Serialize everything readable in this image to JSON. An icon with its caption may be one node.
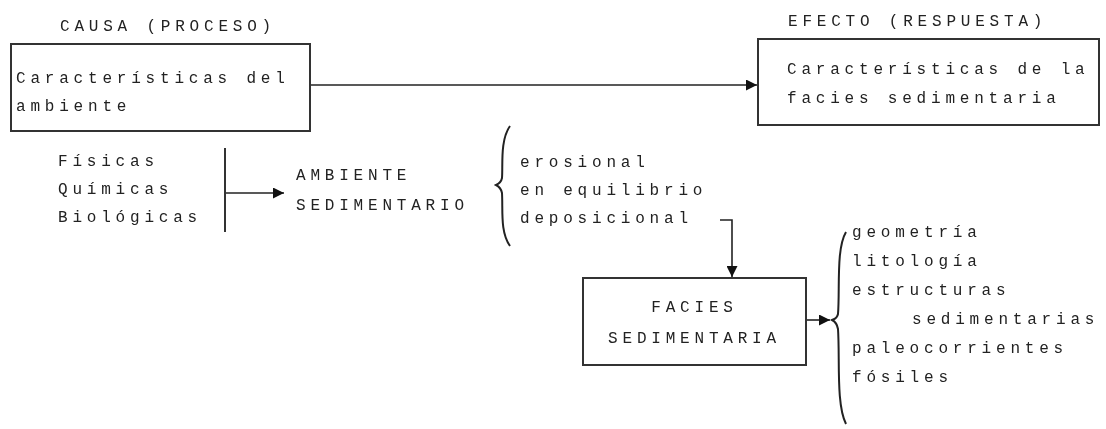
{
  "diagram": {
    "nodes": [
      {
        "text": [
          "CAUSA (PROCESO)",
          "Características del ambiente"
        ]
      },
      {
        "text": [
          "EFECTO (RESPUESTA)",
          "Características de la facies sedimentaria"
        ]
      },
      {
        "text": [
          "Físicas",
          "Químicas",
          "Biológicas"
        ]
      },
      {
        "text": [
          "AMBIENTE SEDIMENTARIO"
        ]
      },
      {
        "text": [
          "erosional",
          "en equilibrio",
          "deposicional"
        ]
      },
      {
        "text": [
          "FACIES SEDIMENTARIA"
        ]
      },
      {
        "text": [
          "geometría",
          "litología",
          "estructuras sedimentarias",
          "paleocorrientes",
          "fósiles"
        ]
      }
    ],
    "edges": [
      {
        "from": 0,
        "to": 1,
        "arrow": "to"
      },
      {
        "from": 2,
        "to": 3,
        "arrow": "to"
      },
      {
        "from": 4,
        "to": 5,
        "arrow": "to"
      },
      {
        "from": 5,
        "to": 6,
        "arrow": "to"
      }
    ]
  }
}
